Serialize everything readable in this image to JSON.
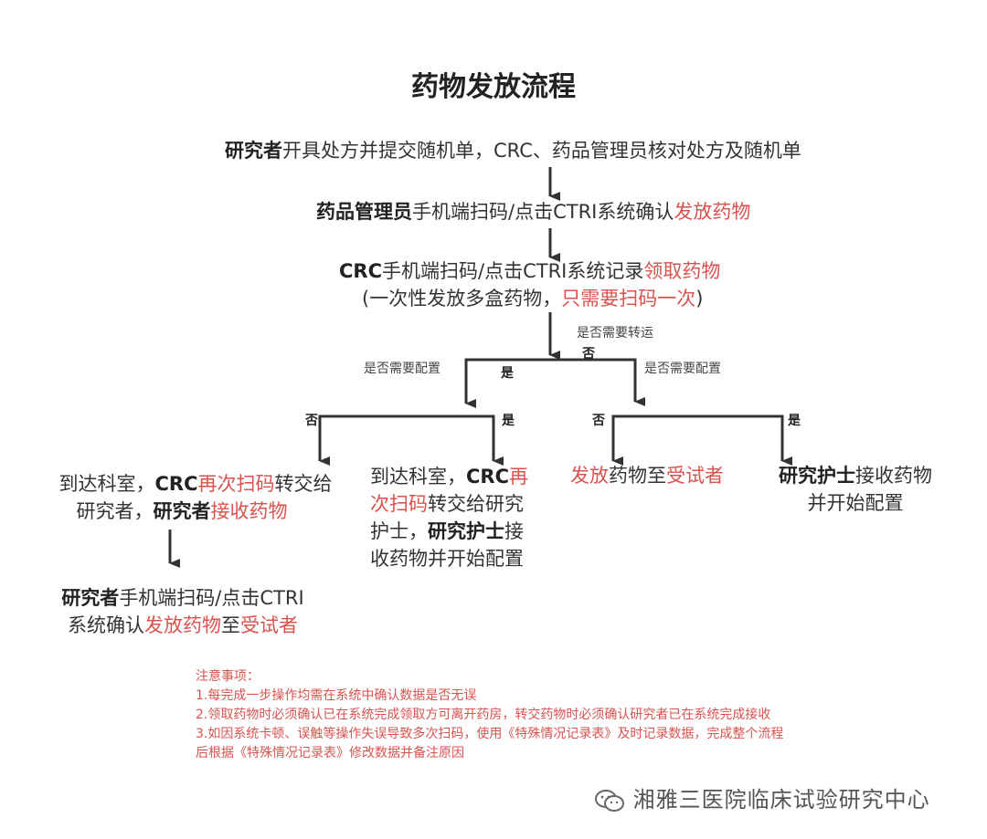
{
  "title": "药物发放流程",
  "step1": {
    "actor": "研究者",
    "text": "开具处方并提交随机单，CRC、药品管理员核对处方及随机单"
  },
  "step2": {
    "actor": "药品管理员",
    "text": "手机端扫码/点击CTRI系统确认",
    "highlight": "发放药物"
  },
  "step3": {
    "actor": "CRC",
    "text": "手机端扫码/点击CTRI系统记录",
    "highlight": "领取药物",
    "line2_prefix": "(一次性发放多盒药物，",
    "line2_highlight": "只需要扫码一次",
    "line2_suffix": ")"
  },
  "decision_transport": {
    "question": "是否需要转运",
    "no": "否"
  },
  "decision_left": {
    "question": "是否需要配置",
    "yes": "是"
  },
  "decision_right": {
    "question": "是否需要配置"
  },
  "branch_labels": {
    "ll_no": "否",
    "lr_yes": "是",
    "rl_no": "否",
    "rr_yes": "是"
  },
  "box_ll": {
    "p1": "到达科室，",
    "p2": "CRC",
    "p3": "再次扫码",
    "p4": "转交给",
    "p5": "研究者，",
    "p6": "研究者",
    "p7": "接收药物"
  },
  "box_ll_next": {
    "actor": "研究者",
    "text": "手机端扫码/点击CTRI",
    "line2_prefix": "系统确认",
    "highlight1": "发放药物",
    "mid": "至",
    "highlight2": "受试者"
  },
  "box_lr": {
    "l1a": "到达科室，",
    "l1b": "CRC",
    "l1c": "再",
    "l2a": "次扫码",
    "l2b": "转交给研究",
    "l3a": "护士，",
    "l3b": "研究护士",
    "l3c": "接",
    "l4": "收药物并开始配置"
  },
  "box_rl": {
    "h1": "发放",
    "t1": "药物至",
    "h2": "受试者"
  },
  "box_rr": {
    "actor": "研究护士",
    "text": "接收药物",
    "line2": "并开始配置"
  },
  "notes": {
    "heading": "注意事项：",
    "items": [
      "1.每完成一步操作均需在系统中确认数据是否无误",
      "2.领取药物时必须确认已在系统完成领取方可离开药房，转交药物时必须确认研究者已在系统完成接收",
      "3.如因系统卡顿、误触等操作失误导致多次扫码，使用《特殊情况记录表》及时记录数据，完成整个流程",
      "后根据《特殊情况记录表》修改数据并备注原因"
    ]
  },
  "watermark": {
    "text": "湘雅三医院临床试验研究中心",
    "icon": "wechat-icon"
  },
  "colors": {
    "highlight": "#d9534f",
    "lines": "#333333"
  }
}
